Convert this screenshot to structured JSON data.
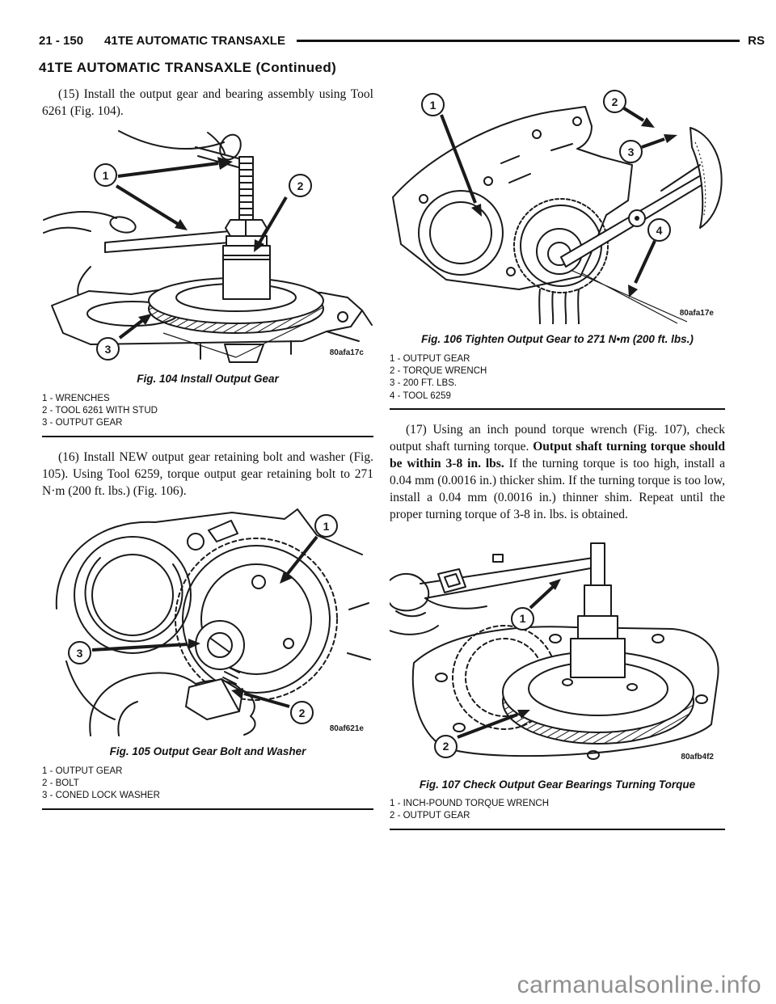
{
  "header": {
    "page_code": "21 - 150",
    "title": "41TE AUTOMATIC TRANSAXLE",
    "region": "RS"
  },
  "section": {
    "title": "41TE AUTOMATIC TRANSAXLE (Continued)"
  },
  "paragraphs": {
    "p15": "(15) Install the output gear and bearing assembly using Tool 6261 (Fig. 104).",
    "p16": "(16) Install NEW output gear retaining bolt and washer (Fig. 105). Using Tool 6259, torque output gear retaining bolt to 271 N·m (200 ft. lbs.) (Fig. 106).",
    "p17_part1": "(17) Using an inch pound torque wrench (Fig. 107), check output shaft turning torque. ",
    "p17_bold": "Output shaft turning torque should be within 3-8 in. lbs.",
    "p17_part2": " If the turning torque is too high, install a 0.04 mm (0.0016 in.) thicker shim. If the turning torque is too low, install a 0.04 mm (0.0016 in.) thinner shim. Repeat until the proper turning torque of 3-8 in. lbs. is obtained."
  },
  "figures": {
    "fig104": {
      "caption": "Fig. 104 Install Output Gear",
      "code": "80afa17c",
      "callouts": [
        "1",
        "2",
        "3"
      ],
      "legend": [
        "1 - WRENCHES",
        "2 - TOOL 6261 WITH STUD",
        "3 - OUTPUT GEAR"
      ]
    },
    "fig105": {
      "caption": "Fig. 105 Output Gear Bolt and Washer",
      "code": "80af621e",
      "callouts": [
        "1",
        "2",
        "3"
      ],
      "legend": [
        "1 - OUTPUT GEAR",
        "2 - BOLT",
        "3 - CONED LOCK WASHER"
      ]
    },
    "fig106": {
      "caption": "Fig. 106 Tighten Output Gear to 271 N•m (200 ft. lbs.)",
      "code": "80afa17e",
      "callouts": [
        "1",
        "2",
        "3",
        "4"
      ],
      "legend": [
        "1 - OUTPUT GEAR",
        "2 - TORQUE WRENCH",
        "3 - 200 FT. LBS.",
        "4 - TOOL 6259"
      ]
    },
    "fig107": {
      "caption": "Fig. 107 Check Output Gear Bearings Turning Torque",
      "code": "80afb4f2",
      "callouts": [
        "1",
        "2"
      ],
      "legend": [
        "1 - INCH-POUND TORQUE WRENCH",
        "2 - OUTPUT GEAR"
      ]
    }
  },
  "watermark": "carmanualsonline.info",
  "colors": {
    "ink": "#1a1a1a",
    "watermark_gray": "#8f8f8f"
  }
}
